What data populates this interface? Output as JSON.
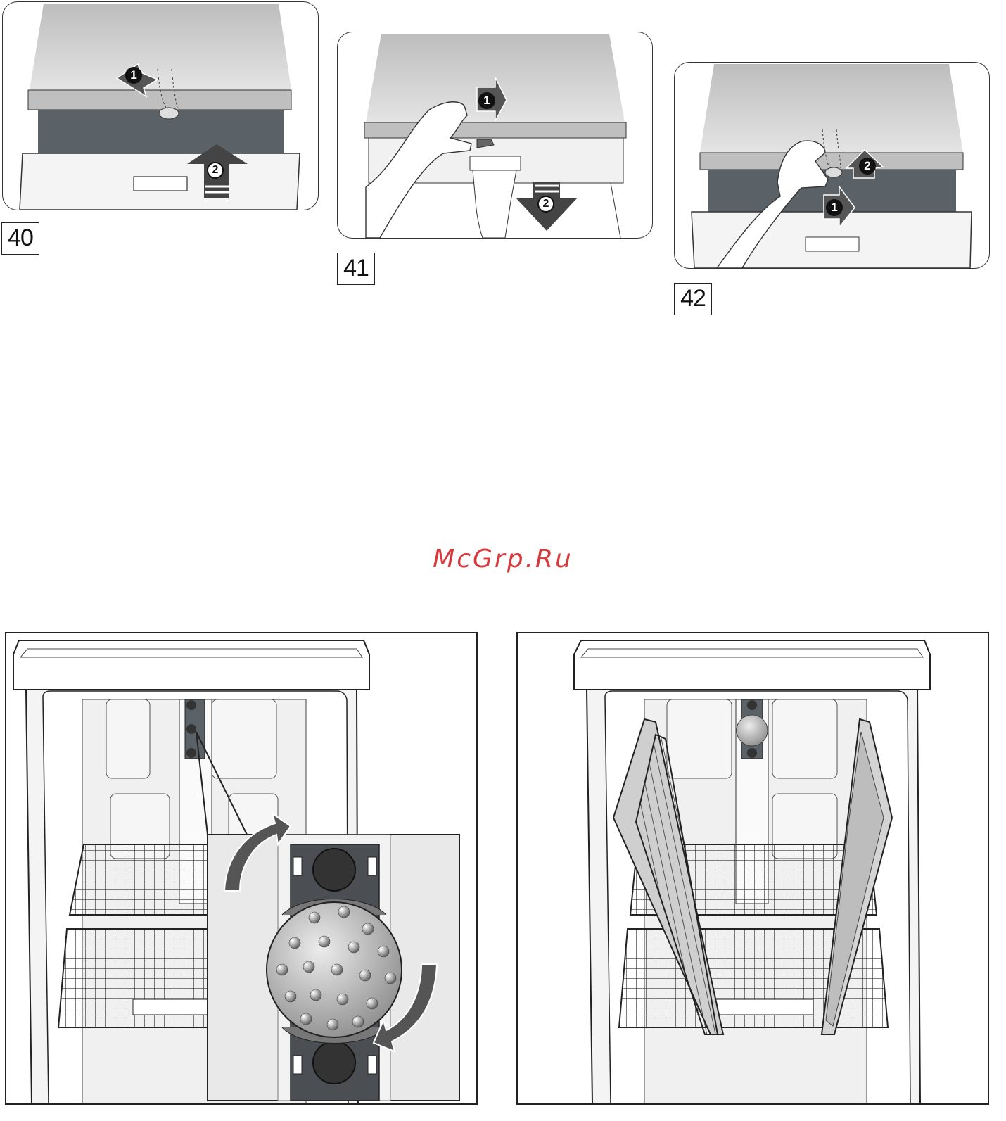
{
  "figures": [
    {
      "number": "40",
      "step_labels": [
        "1",
        "2"
      ]
    },
    {
      "number": "41",
      "step_labels": [
        "1",
        "2"
      ]
    },
    {
      "number": "42",
      "step_labels": [
        "1",
        "2"
      ]
    }
  ],
  "watermark": "McGrp.Ru",
  "colors": {
    "watermark": "#d6383c",
    "countertop": "#cfcfcf",
    "dark_panel": "#5a6167",
    "arrow": "#555555",
    "line": "#222222"
  }
}
